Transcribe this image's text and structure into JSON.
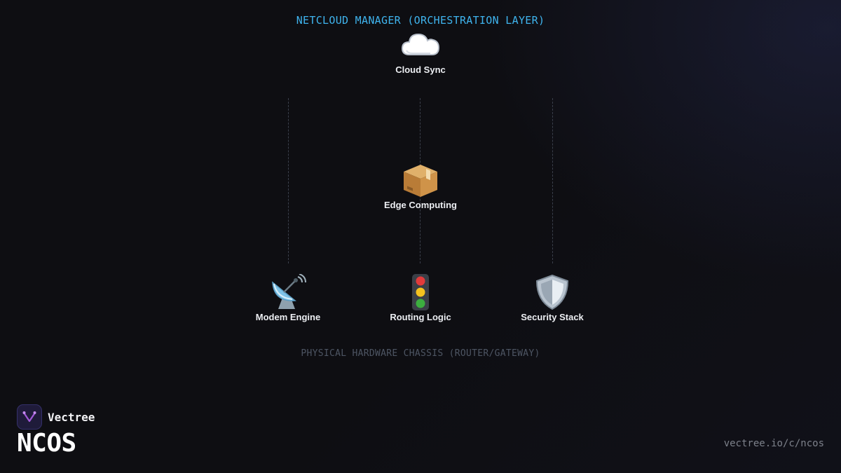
{
  "diagram": {
    "top_label": "NETCLOUD MANAGER (ORCHESTRATION LAYER)",
    "bottom_label": "PHYSICAL HARDWARE CHASSIS (ROUTER/GATEWAY)",
    "nodes": [
      {
        "label": "Cloud Sync",
        "icon": "cloud-icon",
        "glyph": "☁️"
      },
      {
        "label": "Edge Computing",
        "icon": "package-icon",
        "glyph": "📦"
      },
      {
        "label": "Modem Engine",
        "icon": "satellite-antenna-icon",
        "glyph": "📡"
      },
      {
        "label": "Routing Logic",
        "icon": "traffic-light-icon",
        "glyph": "🚦"
      },
      {
        "label": "Security Stack",
        "icon": "shield-icon",
        "glyph": "🛡️"
      }
    ]
  },
  "brand": {
    "name": "Vectree",
    "product": "NCOS",
    "url": "vectree.io/c/ncos",
    "logo_icon": "vectree-logo-icon"
  },
  "colors": {
    "background": "#0e0e12",
    "accent": "#3fb4ee",
    "muted": "#4d5563",
    "logo_accent": "#a25ad8"
  }
}
